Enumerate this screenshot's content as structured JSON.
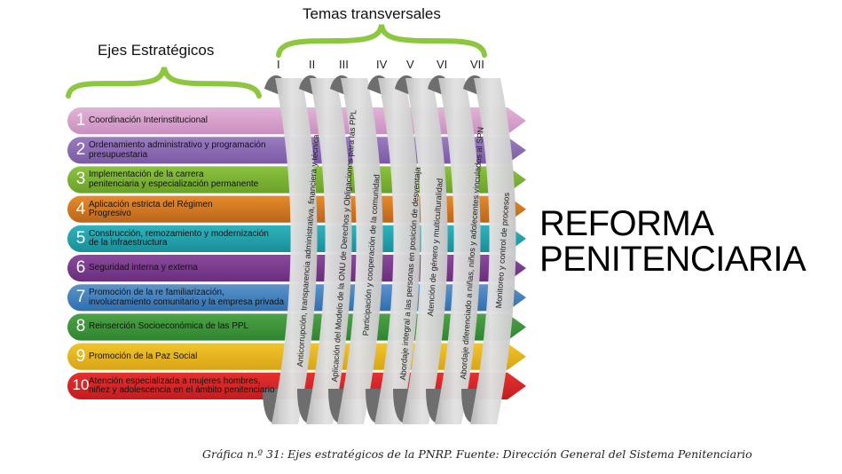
{
  "headers": {
    "ejes": "Ejes Estratégicos",
    "temas": "Temas transversales"
  },
  "ejes": [
    {
      "num": "1",
      "label_line1": "Coordinación Interinstitucional",
      "label_line2": "",
      "color": "#e3b3d8",
      "dark": "#c98fbf"
    },
    {
      "num": "2",
      "label_line1": "Ordenamiento administrativo y programación",
      "label_line2": "presupuestaria",
      "color": "#9b7cc0",
      "dark": "#7a5aa5"
    },
    {
      "num": "3",
      "label_line1": "Implementación de la carrera",
      "label_line2": "penitenciaria y especialización permanente",
      "color": "#8cc23f",
      "dark": "#6aa129"
    },
    {
      "num": "4",
      "label_line1": "Aplicación estricta del Régimen",
      "label_line2": "Progresivo",
      "color": "#e88a2a",
      "dark": "#b8651c"
    },
    {
      "num": "5",
      "label_line1": "Construcción, remozamiento y modernización",
      "label_line2": "de la infraestructura",
      "color": "#2fb3be",
      "dark": "#1a8e97"
    },
    {
      "num": "6",
      "label_line1": "Seguridad interna y externa",
      "label_line2": "",
      "color": "#8a4a9c",
      "dark": "#6a2e7c"
    },
    {
      "num": "7",
      "label_line1": "Promoción de la re familiarización,",
      "label_line2": "involucramiento  comunitario y la empresa privada",
      "color": "#5c93c9",
      "dark": "#2f6fae"
    },
    {
      "num": "8",
      "label_line1": "Reinserción Socioeconómica de las PPL",
      "label_line2": "",
      "color": "#4da246",
      "dark": "#2f8430"
    },
    {
      "num": "9",
      "label_line1": "Promoción de la Paz Social",
      "label_line2": "",
      "color": "#f0c52a",
      "dark": "#d9a416"
    },
    {
      "num": "10",
      "label_line1": "Atención especializada a mujeres hombres,",
      "label_line2": "niñez y adolescencia en el ámbito penitenciario",
      "color": "#e5302f",
      "dark": "#c21d20"
    }
  ],
  "temas": [
    {
      "roman": "I",
      "label": "Anticorrupción, transparencia administrativa, financiera y técnica"
    },
    {
      "roman": "II",
      "label": "Aplicación del Modelo de la ONU de Derechos y Obligaciones para las PPL"
    },
    {
      "roman": "III",
      "label": "Participación y cooperación de la comunidad"
    },
    {
      "roman": "IV",
      "label": "Abordaje  integral a las personas en posición de desventaja"
    },
    {
      "roman": "V",
      "label": "Atención de género y multiculturalidad"
    },
    {
      "roman": "VI",
      "label": "Abordaje diferenciado a niñas, niños y adolecentes vinculados al SPN"
    },
    {
      "roman": "VII",
      "label": "Monitoreo y control de procesos"
    }
  ],
  "result": {
    "line1": "REFORMA",
    "line2": "PENITENCIARIA"
  },
  "caption": "Gráfica n.º 31: Ejes  estratégicos de la PNRP. Fuente: Dirección General del Sistema Penitenciario",
  "colors": {
    "brace": "#8dc63f",
    "ribbon_light": "#d4d4d4",
    "ribbon_dark": "#6e6e6e"
  }
}
